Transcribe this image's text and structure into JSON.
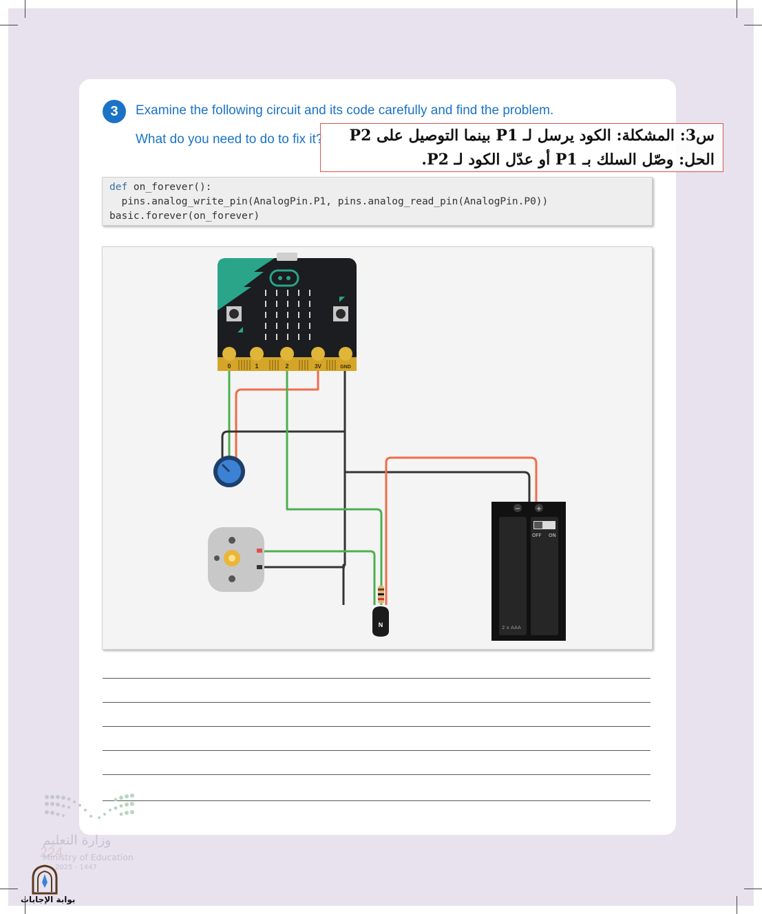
{
  "question": {
    "number": "3",
    "line1": "Examine the following circuit and its code carefully and find the problem.",
    "line2": "What do you need to do to fix it?"
  },
  "answer": {
    "problem": "س3: المشكلة: الكود يرسل لـ P1 بينما التوصيل على P2",
    "solution": "الحل: وصّل السلك بـ P1 أو عدّل الكود لـ P2."
  },
  "code": {
    "line1_kw": "def",
    "line1_rest": " on_forever():",
    "line2": "  pins.analog_write_pin(AnalogPin.P1, pins.analog_read_pin(AnalogPin.P0))",
    "line3": "basic.forever(on_forever)"
  },
  "circuit": {
    "pin_labels": [
      "0",
      "1",
      "2",
      "3V",
      "GND"
    ],
    "battery_minus": "−",
    "battery_plus": "+",
    "switch_off": "OFF",
    "switch_on": "ON",
    "battery_type": "2 x AAA",
    "transistor_label": "N",
    "colors": {
      "green": "#4caf50",
      "red": "#f26a4a",
      "black": "#333333",
      "teal": "#2aa58a"
    }
  },
  "footer": {
    "ministry_ar": "وزارة التعليم",
    "ministry_en": "Ministry of Education",
    "year": "2025 - 1447",
    "page_number": "224",
    "portal": "بوابة الإجابات"
  },
  "answer_line_count": 6
}
